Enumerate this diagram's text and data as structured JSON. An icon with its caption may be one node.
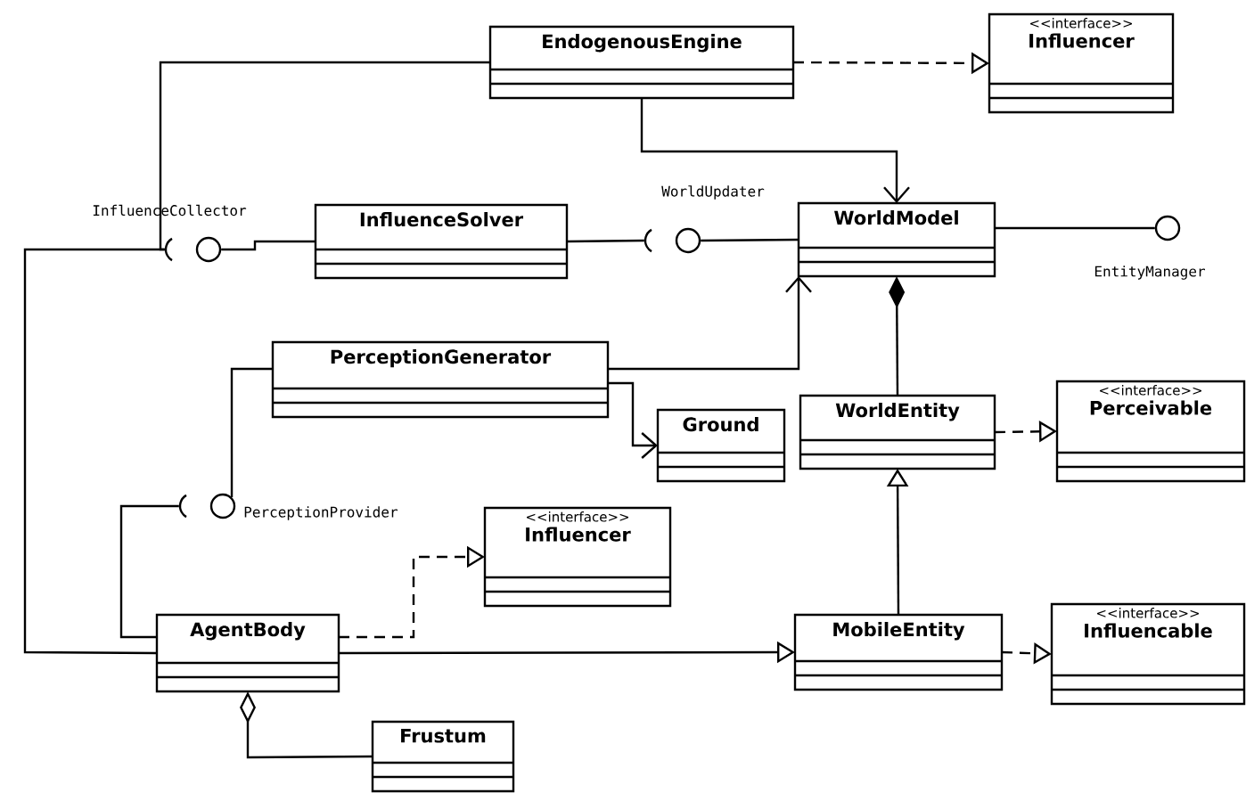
{
  "diagram": {
    "nodes": [
      {
        "text": [
          "EndogenousEngine"
        ]
      },
      {
        "text": [
          "<<interface>>",
          "Influencer"
        ]
      },
      {
        "text": [
          "InfluenceSolver"
        ]
      },
      {
        "text": [
          "WorldModel"
        ]
      },
      {
        "text": [
          "PerceptionGenerator"
        ]
      },
      {
        "text": [
          "Ground"
        ]
      },
      {
        "text": [
          "WorldEntity"
        ]
      },
      {
        "text": [
          "<<interface>>",
          "Perceivable"
        ]
      },
      {
        "text": [
          "<<interface>>",
          "Influencer"
        ]
      },
      {
        "text": [
          "AgentBody"
        ]
      },
      {
        "text": [
          "MobileEntity"
        ]
      },
      {
        "text": [
          "<<interface>>",
          "Influencable"
        ]
      },
      {
        "text": [
          "Frustum"
        ]
      },
      {
        "text": [],
        "shape": "arc"
      },
      {
        "text": [],
        "shape": "circle",
        "beside": [
          "InfluenceCollector"
        ]
      },
      {
        "text": [],
        "shape": "arc"
      },
      {
        "text": [],
        "shape": "circle",
        "beside": [
          "WorldUpdater"
        ]
      },
      {
        "text": [],
        "shape": "circle",
        "beside": [
          "EntityManager"
        ]
      },
      {
        "text": [],
        "shape": "arc"
      },
      {
        "text": [],
        "shape": "circle",
        "beside": [
          "PerceptionProvider"
        ]
      }
    ],
    "edges": [
      {
        "from": 0,
        "to": 13,
        "arrow": "none"
      },
      {
        "from": 9,
        "to": 13,
        "arrow": "none"
      },
      {
        "from": 2,
        "to": 14,
        "arrow": "none"
      },
      {
        "from": 2,
        "to": 15,
        "arrow": "none"
      },
      {
        "from": 3,
        "to": 16,
        "arrow": "none"
      },
      {
        "from": 3,
        "to": 17,
        "arrow": "none"
      },
      {
        "from": 4,
        "to": 19,
        "arrow": "none"
      },
      {
        "from": 9,
        "to": 18,
        "arrow": "none"
      },
      {
        "from": 0,
        "to": 1,
        "arrow": "to",
        "style": "dashed"
      },
      {
        "from": 0,
        "to": 3,
        "arrow": "to"
      },
      {
        "from": 4,
        "to": 3,
        "arrow": "to"
      },
      {
        "from": 4,
        "to": 5,
        "arrow": "to"
      },
      {
        "from": 3,
        "to": 6,
        "arrow": "other"
      },
      {
        "from": 6,
        "to": 7,
        "arrow": "to",
        "style": "dashed"
      },
      {
        "from": 10,
        "to": 6,
        "arrow": "to"
      },
      {
        "from": 10,
        "to": 11,
        "arrow": "to",
        "style": "dashed"
      },
      {
        "from": 9,
        "to": 8,
        "arrow": "to",
        "style": "dashed"
      },
      {
        "from": 9,
        "to": 10,
        "arrow": "to"
      },
      {
        "from": 9,
        "to": 12,
        "arrow": "other"
      }
    ]
  }
}
